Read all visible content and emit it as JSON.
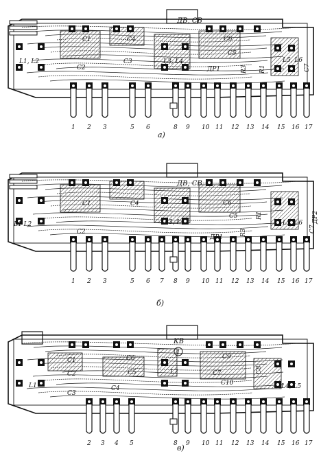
{
  "panels": [
    {
      "id": "a",
      "caption": "а)",
      "module_label": "ДВ, СВ",
      "components": [
        "L1, L2",
        "C1",
        "C2",
        "C3",
        "C4",
        "L3, L4",
        "C6",
        "C5",
        "ДР1",
        "R3",
        "R1",
        "L5, L6",
        "C7"
      ],
      "pin_numbers": [
        "1",
        "2",
        "3",
        "5",
        "6",
        "8",
        "9",
        "10",
        "11",
        "12",
        "13",
        "14",
        "15",
        "16",
        "17"
      ]
    },
    {
      "id": "b",
      "caption": "б)",
      "module_label": "ДВ, СВ",
      "components": [
        "L1 L2",
        "C1",
        "C2",
        "C4",
        "L3, L4",
        "C6",
        "C5",
        "ДР1",
        "R3",
        "R1",
        "L5, L6",
        "C7",
        "ДР2"
      ],
      "pin_numbers": [
        "1",
        "2",
        "3",
        "5",
        "6",
        "7",
        "8",
        "9",
        "10",
        "11",
        "12",
        "13",
        "14",
        "15",
        "16",
        "17"
      ]
    },
    {
      "id": "v",
      "caption": "в)",
      "module_label": "КВ",
      "module_sub": "1",
      "components": [
        "L1",
        "C1",
        "C2",
        "C3",
        "C4",
        "C6",
        "C5",
        "L2",
        "C9",
        "C7",
        "C10",
        "C8",
        "L4, L5"
      ],
      "pin_numbers": [
        "2",
        "3",
        "4",
        "5",
        "8",
        "9",
        "10",
        "11",
        "12",
        "13",
        "14",
        "15",
        "16",
        "17"
      ]
    }
  ]
}
